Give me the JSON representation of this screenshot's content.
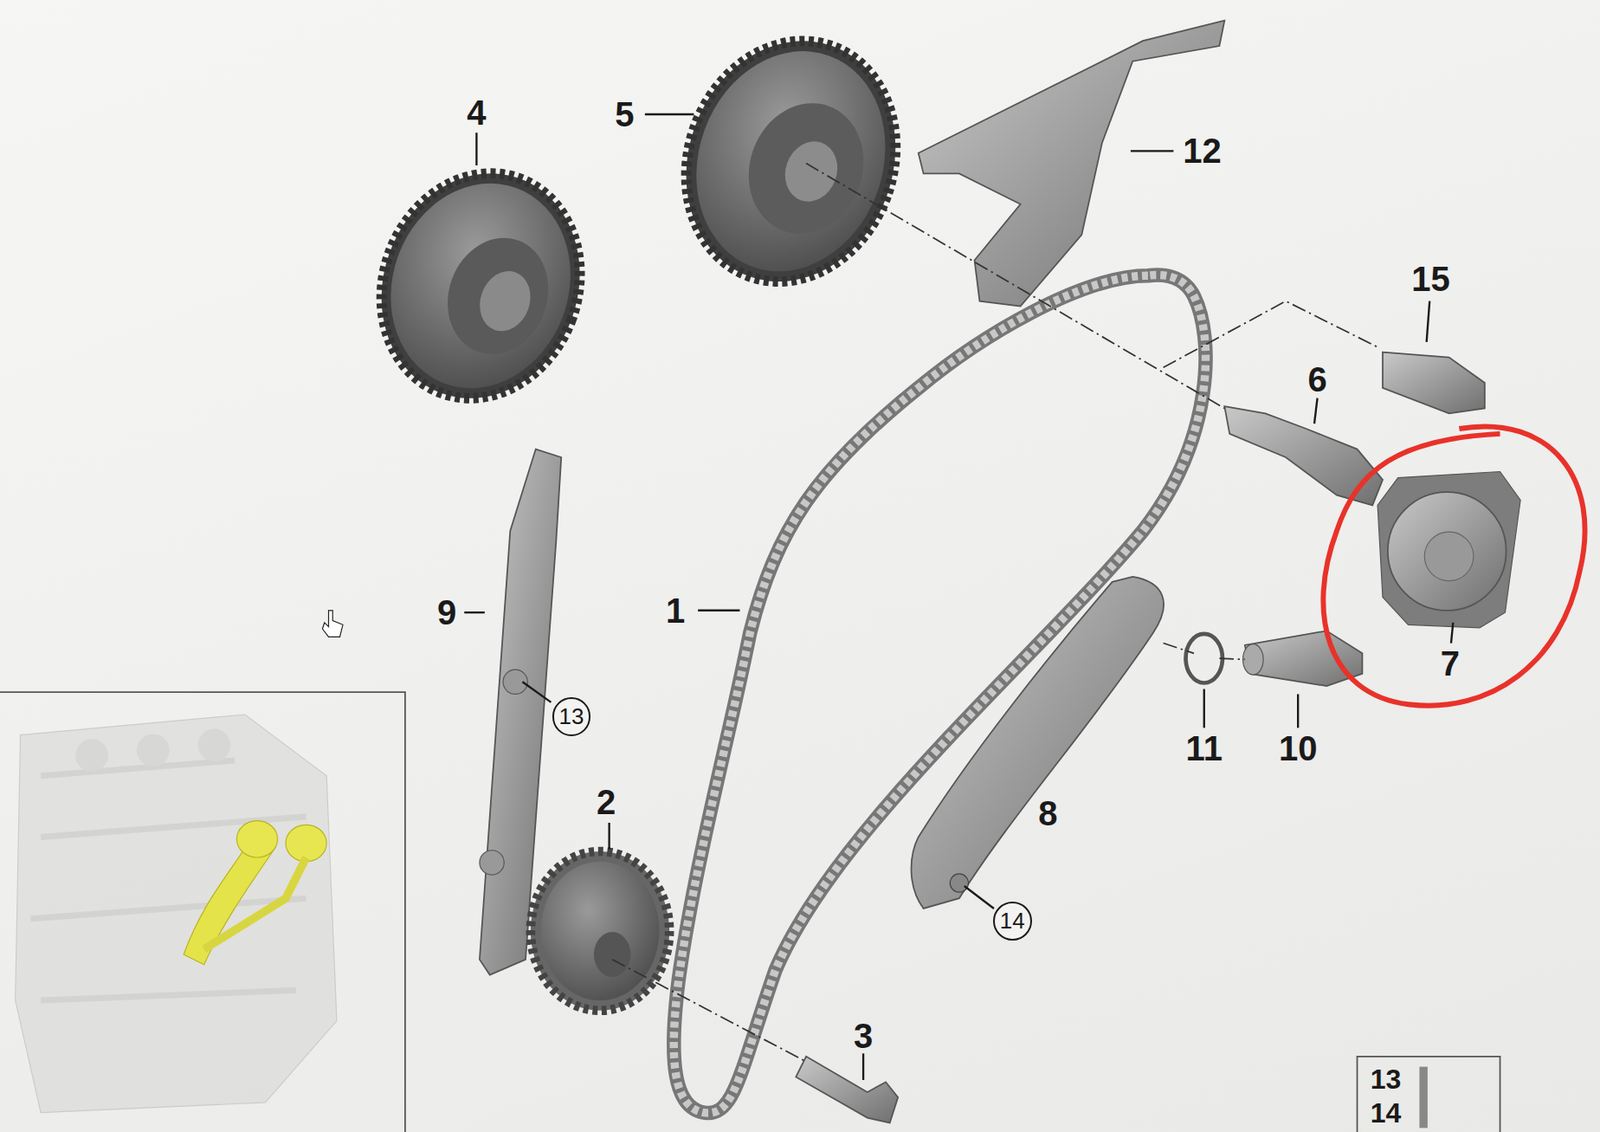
{
  "diagram": {
    "nodes": [
      {
        "text": [
          "13"
        ]
      },
      {
        "text": [
          "14"
        ]
      }
    ],
    "labels": [
      "4",
      "5",
      "12",
      "15",
      "6",
      "1",
      "9",
      "2",
      "8",
      "11",
      "10",
      "7",
      "3",
      "13",
      "14"
    ]
  }
}
